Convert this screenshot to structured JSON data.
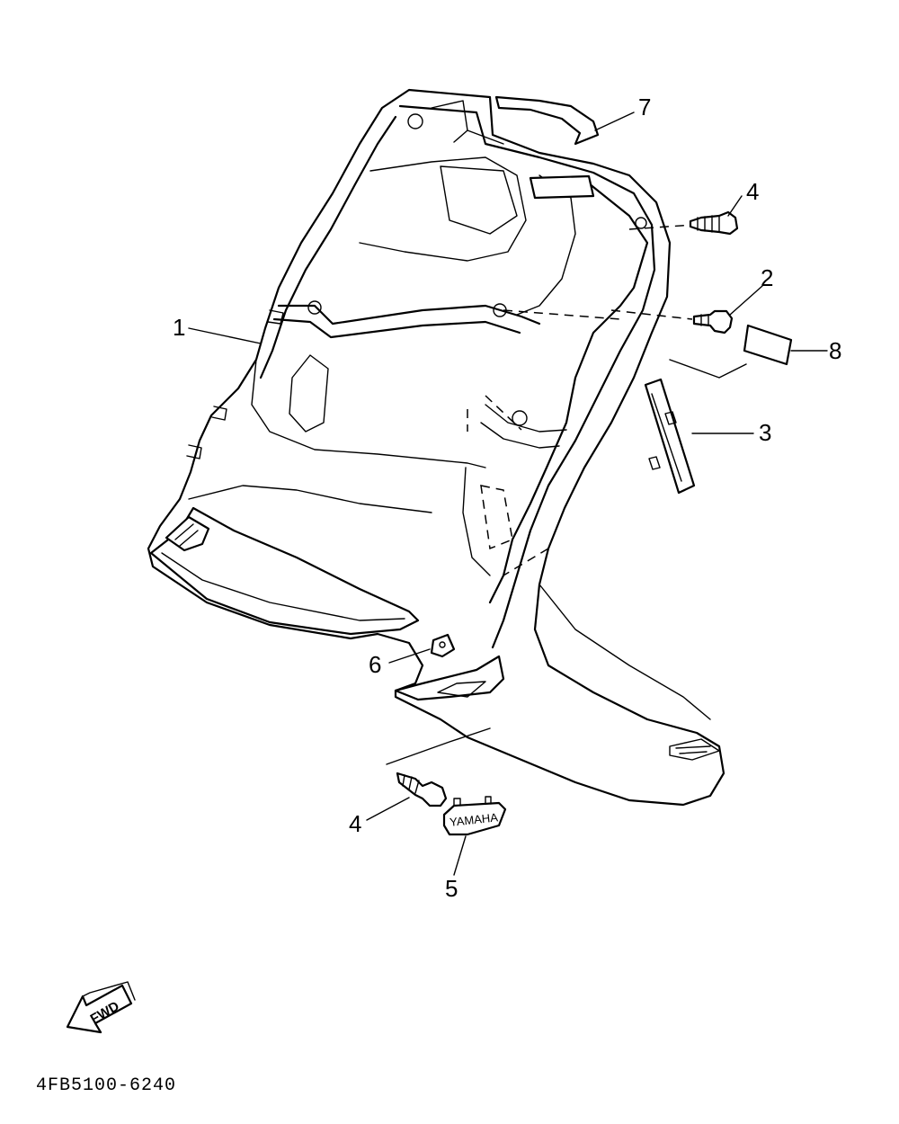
{
  "diagram": {
    "part_code": "4FB5100-6240",
    "direction_label": "FWD",
    "logo_text": "YAMAHA",
    "callouts": [
      {
        "id": "1",
        "label": "1"
      },
      {
        "id": "2",
        "label": "2"
      },
      {
        "id": "3",
        "label": "3"
      },
      {
        "id": "4a",
        "label": "4"
      },
      {
        "id": "4b",
        "label": "4"
      },
      {
        "id": "5",
        "label": "5"
      },
      {
        "id": "6",
        "label": "6"
      },
      {
        "id": "7",
        "label": "7"
      },
      {
        "id": "8",
        "label": "8"
      }
    ]
  }
}
